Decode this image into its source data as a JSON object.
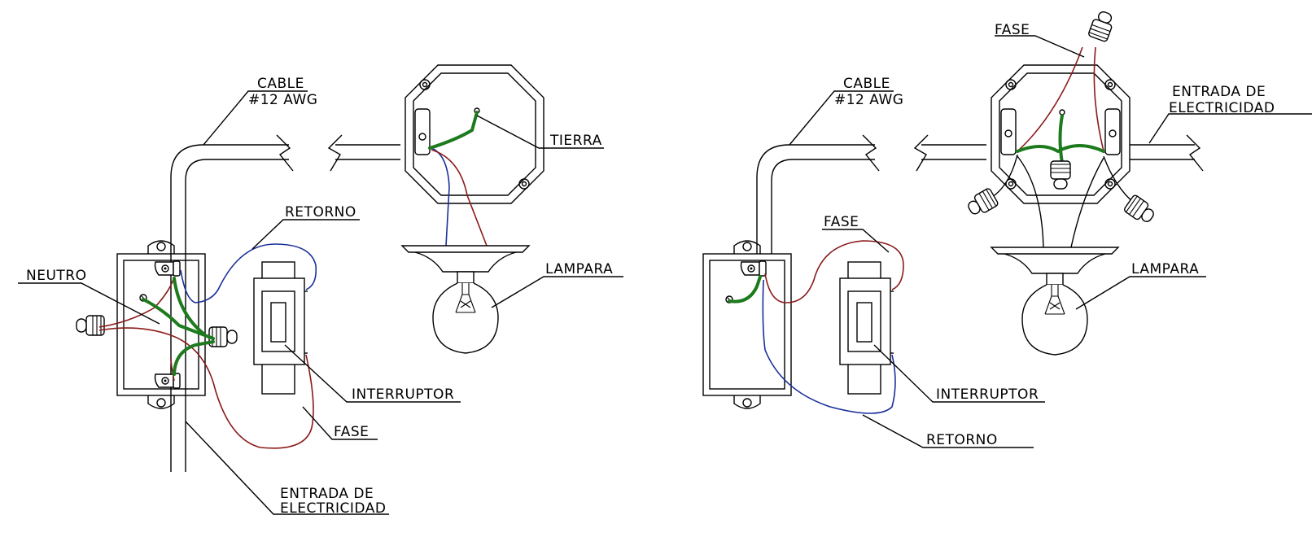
{
  "left": {
    "cable": [
      "CABLE",
      "#12 AWG"
    ],
    "tierra": "TIERRA",
    "retorno": "RETORNO",
    "lampara": "LAMPARA",
    "neutro": "NEUTRO",
    "interruptor": "INTERRUPTOR",
    "fase": "FASE",
    "entrada": [
      "ENTRADA DE",
      "ELECTRICIDAD"
    ]
  },
  "right": {
    "fase_top": "FASE",
    "cable": [
      "CABLE",
      "#12 AWG"
    ],
    "entrada": [
      "ENTRADA DE",
      "ELECTRICIDAD"
    ],
    "fase": "FASE",
    "lampara": "LAMPARA",
    "interruptor": "INTERRUPTOR",
    "retorno": "RETORNO"
  },
  "colors": {
    "neutral_wire": "#1a2f9a",
    "phase_wire": "#8b1a1a",
    "ground_wire": "#1d7a1d"
  }
}
